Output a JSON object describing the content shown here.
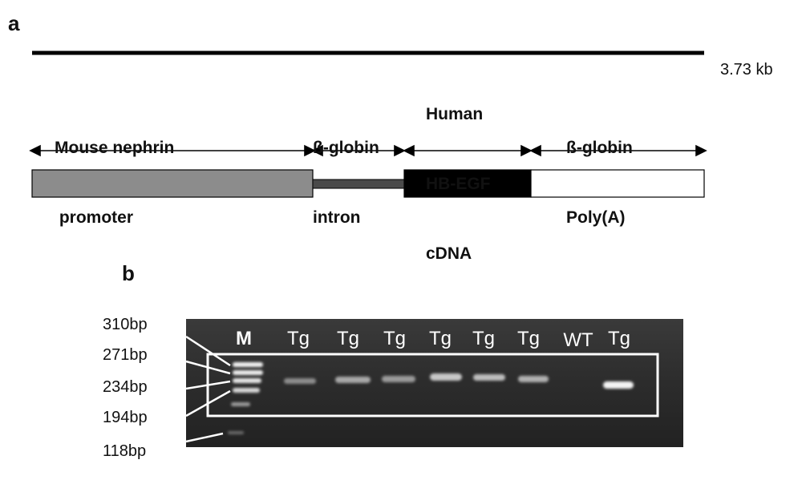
{
  "panel_a": {
    "letter": "a",
    "total_size": "3.73 kb",
    "segments": [
      {
        "label_line1": "Mouse nephrin",
        "label_line2": " promoter",
        "label_line3": ""
      },
      {
        "label_line1": "ß-globin",
        "label_line2": "intron",
        "label_line3": ""
      },
      {
        "label_line1": "Human",
        "label_line2": "HB-EGF",
        "label_line3": "cDNA"
      },
      {
        "label_line1": "ß-globin",
        "label_line2": "Poly(A)",
        "label_line3": ""
      }
    ],
    "colors": {
      "promoter": "#8c8c8c",
      "intron": "#4a4a4a",
      "cdna": "#000000",
      "polya": "#ffffff"
    }
  },
  "panel_b": {
    "letter": "b",
    "marker_sizes": [
      "310bp",
      "271bp",
      "234bp",
      "194bp",
      "118bp"
    ],
    "lanes": [
      "M",
      "Tg",
      "Tg",
      "Tg",
      "Tg",
      "Tg",
      "Tg",
      "WT",
      "Tg"
    ],
    "colors": {
      "gel_background": "#2b2b2b",
      "band": "#e8e8e8",
      "box": "#ffffff"
    }
  }
}
